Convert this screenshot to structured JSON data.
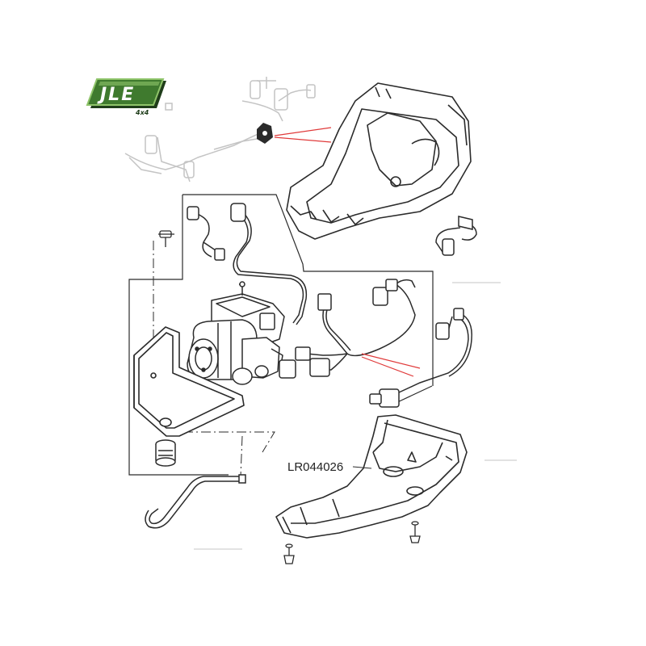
{
  "logo": {
    "brand": "JLE",
    "sub": "4x4",
    "colors": {
      "dark": "#1f3d1a",
      "mid": "#3f7a2e",
      "light": "#8fc46a",
      "text": "#ffffff"
    }
  },
  "diagram": {
    "part_number": "LR044026",
    "colors": {
      "line": "#2b2b2b",
      "faded": "#c4c4c4",
      "leader": "#e03a3a",
      "fill": "#ffffff"
    }
  }
}
